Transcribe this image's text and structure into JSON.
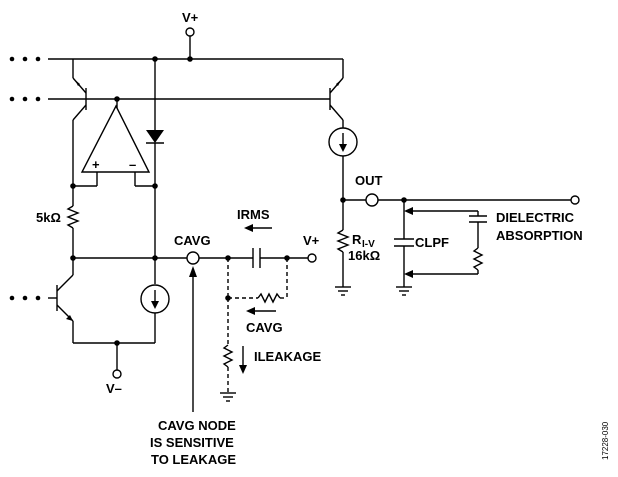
{
  "labels": {
    "vplus_top": "V+",
    "vplus_right": "V+",
    "vminus": "V–",
    "r5k": "5kΩ",
    "cavg_node": "CAVG",
    "irms": "IRMS",
    "cavg_current": "CAVG",
    "ileakage": "ILEAKAGE",
    "out": "OUT",
    "riv_r": "R",
    "riv_sub": "I-V",
    "riv_value": "16kΩ",
    "clpf": "CLPF",
    "dielectric_line1": "DIELECTRIC",
    "dielectric_line2": "ABSORPTION",
    "note_line1": "CAVG NODE",
    "note_line2": "IS SENSITIVE",
    "note_line3": "TO LEAKAGE",
    "op_plus": "+",
    "op_minus": "–",
    "figure_id": "17228-030"
  },
  "colors": {
    "line": "#000000",
    "background": "#ffffff"
  }
}
